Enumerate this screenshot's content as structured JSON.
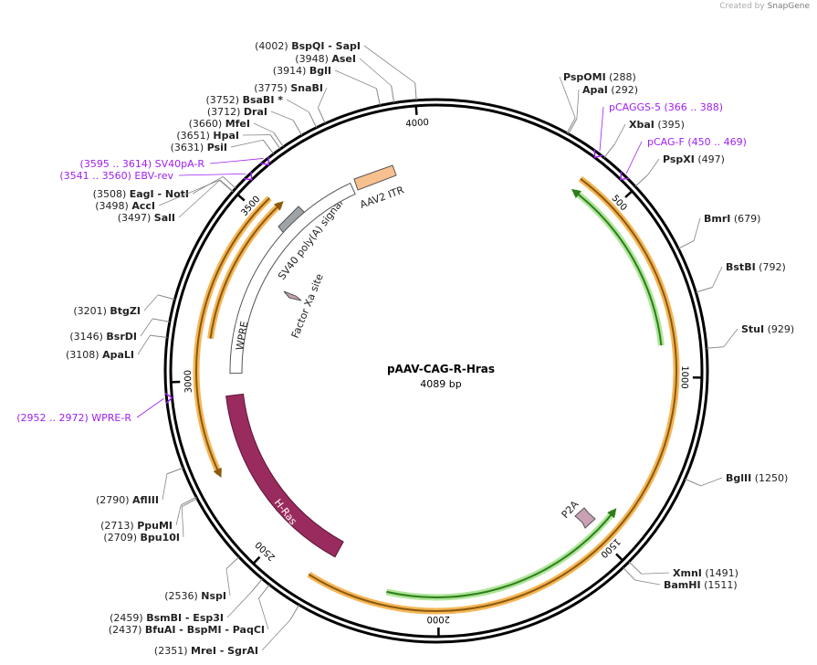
{
  "branding": {
    "prefix": "Created by",
    "name": "SnapGene"
  },
  "plasmid": {
    "name": "pAAV-CAG-R-Hras",
    "length_label": "4089 bp",
    "length": 4089
  },
  "scale_ticks": [
    {
      "pos": 4000,
      "label": "4000"
    },
    {
      "pos": 500,
      "label": "500"
    },
    {
      "pos": 1000,
      "label": "1000"
    },
    {
      "pos": 1500,
      "label": "1500"
    },
    {
      "pos": 2000,
      "label": "2000"
    },
    {
      "pos": 2500,
      "label": "2500"
    },
    {
      "pos": 3000,
      "label": "3000"
    },
    {
      "pos": 3500,
      "label": "3500"
    }
  ],
  "sites": [
    {
      "pos": 4002,
      "text": "(4002)",
      "name": "BspQI",
      "extra": " - SapI"
    },
    {
      "pos": 3948,
      "text": "(3948)",
      "name": "AseI",
      "extra": ""
    },
    {
      "pos": 3914,
      "text": "(3914)",
      "name": "BglI",
      "extra": ""
    },
    {
      "pos": 3775,
      "text": "(3775)",
      "name": "SnaBI",
      "extra": ""
    },
    {
      "pos": 3752,
      "text": "(3752)",
      "name": "BsaBI *",
      "extra": ""
    },
    {
      "pos": 3712,
      "text": "(3712)",
      "name": "DraI",
      "extra": ""
    },
    {
      "pos": 3660,
      "text": "(3660)",
      "name": "MfeI",
      "extra": ""
    },
    {
      "pos": 3651,
      "text": "(3651)",
      "name": "HpaI",
      "extra": ""
    },
    {
      "pos": 3631,
      "text": "(3631)",
      "name": "PsiI",
      "extra": ""
    },
    {
      "pos": 3508,
      "text": "(3508)",
      "name": "EagI",
      "extra": " - NotI"
    },
    {
      "pos": 3498,
      "text": "(3498)",
      "name": "AccI",
      "extra": ""
    },
    {
      "pos": 3497,
      "text": "(3497)",
      "name": "SalI",
      "extra": ""
    },
    {
      "pos": 3201,
      "text": "(3201)",
      "name": "BtgZI",
      "extra": ""
    },
    {
      "pos": 3146,
      "text": "(3146)",
      "name": "BsrDI",
      "extra": ""
    },
    {
      "pos": 3108,
      "text": "(3108)",
      "name": "ApaLI",
      "extra": ""
    },
    {
      "pos": 2790,
      "text": "(2790)",
      "name": "AflIII",
      "extra": ""
    },
    {
      "pos": 2713,
      "text": "(2713)",
      "name": "PpuMI",
      "extra": ""
    },
    {
      "pos": 2709,
      "text": "(2709)",
      "name": "Bpu10I",
      "extra": ""
    },
    {
      "pos": 2536,
      "text": "(2536)",
      "name": "NspI",
      "extra": ""
    },
    {
      "pos": 2459,
      "text": "(2459)",
      "name": "BsmBI",
      "extra": " - Esp3I"
    },
    {
      "pos": 2437,
      "text": "(2437)",
      "name": "BfuAI",
      "extra": " - BspMI - PaqCI"
    },
    {
      "pos": 2351,
      "text": "(2351)",
      "name": "MreI",
      "extra": " - SgrAI"
    },
    {
      "pos": 288,
      "text": "(288)",
      "name": "PspOMI",
      "extra": ""
    },
    {
      "pos": 292,
      "text": "(292)",
      "name": "ApaI",
      "extra": ""
    },
    {
      "pos": 395,
      "text": "(395)",
      "name": "XbaI",
      "extra": ""
    },
    {
      "pos": 497,
      "text": "(497)",
      "name": "PspXI",
      "extra": ""
    },
    {
      "pos": 679,
      "text": "(679)",
      "name": "BmrI",
      "extra": ""
    },
    {
      "pos": 792,
      "text": "(792)",
      "name": "BstBI",
      "extra": ""
    },
    {
      "pos": 929,
      "text": "(929)",
      "name": "StuI",
      "extra": ""
    },
    {
      "pos": 1250,
      "text": "(1250)",
      "name": "BglII",
      "extra": ""
    },
    {
      "pos": 1491,
      "text": "(1491)",
      "name": "XmnI",
      "extra": ""
    },
    {
      "pos": 1511,
      "text": "(1511)",
      "name": "BamHI",
      "extra": ""
    }
  ],
  "primers": [
    {
      "pos": 377,
      "range": "(366 .. 388)",
      "name": "pCAGGS-5"
    },
    {
      "pos": 460,
      "range": "(450 .. 469)",
      "name": "pCAG-F"
    },
    {
      "pos": 3605,
      "range": "(3595 .. 3614)",
      "name": "SV40pA-R"
    },
    {
      "pos": 3550,
      "range": "(3541 .. 3560)",
      "name": "EBV-rev"
    },
    {
      "pos": 2962,
      "range": "(2952 .. 2972)",
      "name": "WPRE-R"
    }
  ],
  "features": [
    {
      "name": "AAV2 ITR",
      "color": "#f9c08f"
    },
    {
      "name": "SV40 poly(A) signal",
      "color": "#9ea3a8"
    },
    {
      "name": "Factor Xa site",
      "color": "#c9a0b4"
    },
    {
      "name": "WPRE",
      "color": "#ffffff"
    },
    {
      "name": "H-Ras",
      "color": "#9a2b5e"
    },
    {
      "name": "P2A",
      "color": "#c9a0b4"
    }
  ],
  "colors": {
    "orange_arc": "#f5b555",
    "orange_line": "#8a5a10",
    "green_arc": "#aee59a",
    "green_line": "#2e7d1a",
    "primer": "#a020f0",
    "hras": "#9a2b5e"
  }
}
